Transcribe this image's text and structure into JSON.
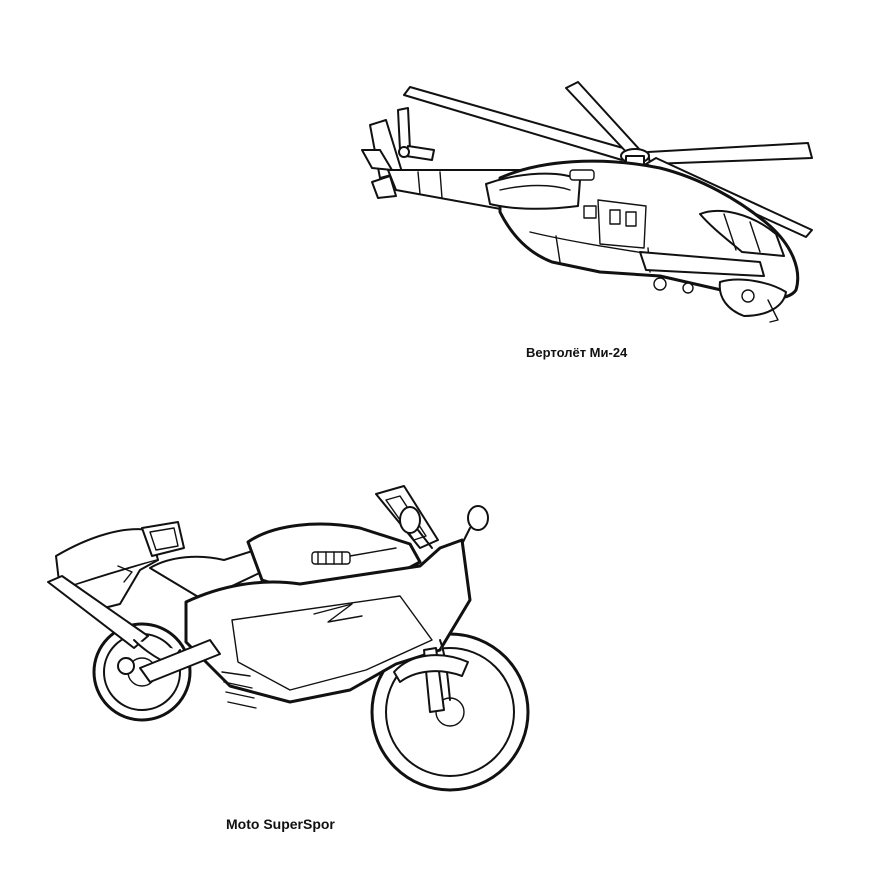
{
  "page": {
    "background": "#ffffff",
    "ink_color": "#111111"
  },
  "drawings": [
    {
      "subject": "helicopter",
      "caption": "Вертолёт Ми-24"
    },
    {
      "subject": "motorcycle",
      "caption": "Moto SuperSpor"
    }
  ]
}
